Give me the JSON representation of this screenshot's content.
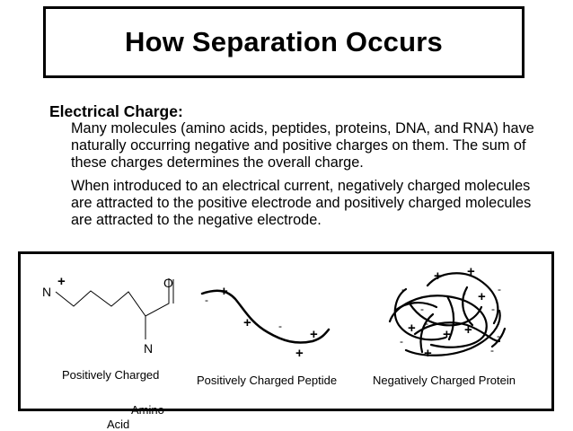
{
  "title": "How Separation Occurs",
  "section_heading": "Electrical Charge:",
  "paragraphs": [
    "Many molecules (amino acids, peptides, proteins, DNA, and RNA) have naturally occurring negative and positive charges on them.  The sum of these charges determines the overall charge.",
    "When introduced to an electrical current, negatively charged molecules are attracted to the positive electrode and positively charged molecules are attracted to the negative electrode."
  ],
  "amino_acid": {
    "atom_n_top": "N",
    "atom_o": "O",
    "atom_n_bottom": "N",
    "charge": "+",
    "caption": "Positively Charged",
    "caption_overflow_1": "Amino",
    "caption_overflow_2": "Acid"
  },
  "peptide": {
    "charge_labels": [
      "+",
      "-",
      "+",
      "-",
      "+",
      "+"
    ],
    "caption": "Positively Charged Peptide"
  },
  "protein": {
    "charge_labels": [
      "+",
      "+",
      "-",
      "-",
      "+",
      "-",
      "-",
      "-",
      "+",
      "-",
      "+",
      "+",
      "-",
      "+",
      "-",
      "-"
    ],
    "caption": "Negatively Charged Protein"
  }
}
